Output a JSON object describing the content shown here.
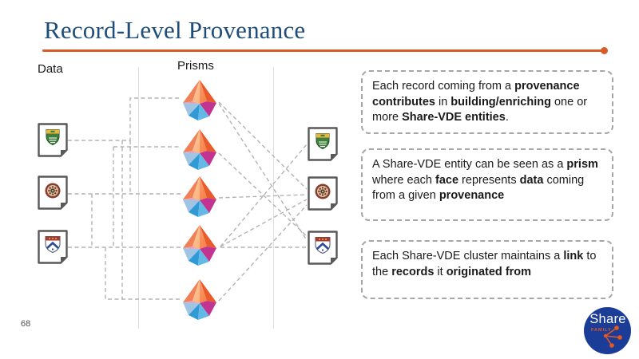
{
  "slide": {
    "title": "Record-Level Provenance",
    "page_number": "68",
    "colors": {
      "title_blue": "#1F4E79",
      "accent_orange": "#D95B27",
      "connector_gray": "#B3B3B3",
      "logo_blue": "#1B3C97",
      "logo_orange": "#E8581C"
    }
  },
  "diagram": {
    "data_label": "Data",
    "prisms_label": "Prisms",
    "source_records": [
      {
        "icon": "green-shield-seal-icon"
      },
      {
        "icon": "round-maroon-seal-icon"
      },
      {
        "icon": "penn-shield-seal-icon"
      }
    ],
    "prism_count": 5,
    "entity_records": [
      {
        "icon": "green-shield-seal-icon"
      },
      {
        "icon": "round-maroon-seal-icon"
      },
      {
        "icon": "penn-shield-seal-icon"
      }
    ]
  },
  "callouts": [
    {
      "segments": [
        {
          "t": "Each record coming from a ",
          "b": false
        },
        {
          "t": "provenance contributes",
          "b": true
        },
        {
          "t": " in ",
          "b": false
        },
        {
          "t": "building/enriching",
          "b": true
        },
        {
          "t": " one or more ",
          "b": false
        },
        {
          "t": "Share-VDE entities",
          "b": true
        },
        {
          "t": ".",
          "b": false
        }
      ]
    },
    {
      "segments": [
        {
          "t": "A Share-VDE entity can be seen as a ",
          "b": false
        },
        {
          "t": "prism",
          "b": true
        },
        {
          "t": " where each ",
          "b": false
        },
        {
          "t": "face",
          "b": true
        },
        {
          "t": " represents ",
          "b": false
        },
        {
          "t": "data",
          "b": true
        },
        {
          "t": " coming from a given ",
          "b": false
        },
        {
          "t": "provenance",
          "b": true
        }
      ]
    },
    {
      "segments": [
        {
          "t": "Each Share-VDE cluster maintains a ",
          "b": false
        },
        {
          "t": "link",
          "b": true
        },
        {
          "t": " to the ",
          "b": false
        },
        {
          "t": "records",
          "b": true
        },
        {
          "t": " it ",
          "b": false
        },
        {
          "t": "originated from",
          "b": true
        }
      ]
    }
  ],
  "logo": {
    "brand": "Share",
    "family": "FAMILY"
  }
}
